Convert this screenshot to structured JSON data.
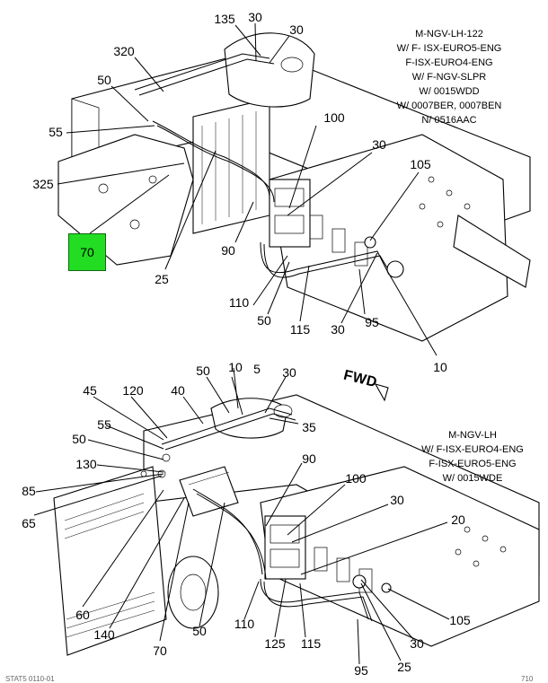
{
  "top_note": {
    "lines": [
      "M-NGV-LH-122",
      "W/ F- ISX-EURO5-ENG",
      "F-ISX-EURO4-ENG",
      "W/ F-NGV-SLPR",
      "W/ 0015WDD",
      "W/ 0007BER, 0007BEN",
      "N/ 0516AAC"
    ]
  },
  "bottom_note": {
    "lines": [
      "M-NGV-LH",
      "W/ F-ISX-EURO4-ENG",
      "F-ISX-EURO5-ENG",
      "W/ 0015WDE"
    ]
  },
  "fwd_label": "FWD",
  "highlight": {
    "label": "70",
    "color": "#22dd22"
  },
  "top_callouts": [
    "135",
    "30",
    "30",
    "320",
    "50",
    "55",
    "325",
    "100",
    "30",
    "105",
    "90",
    "25",
    "110",
    "50",
    "115",
    "30",
    "95",
    "10"
  ],
  "bottom_callouts": [
    "10",
    "50",
    "5",
    "30",
    "45",
    "120",
    "40",
    "35",
    "55",
    "50",
    "130",
    "90",
    "85",
    "100",
    "65",
    "30",
    "20",
    "60",
    "140",
    "70",
    "50",
    "110",
    "125",
    "115",
    "95",
    "25",
    "30",
    "105"
  ],
  "footer": {
    "left": "STAT5 0110-01",
    "right": "710"
  }
}
